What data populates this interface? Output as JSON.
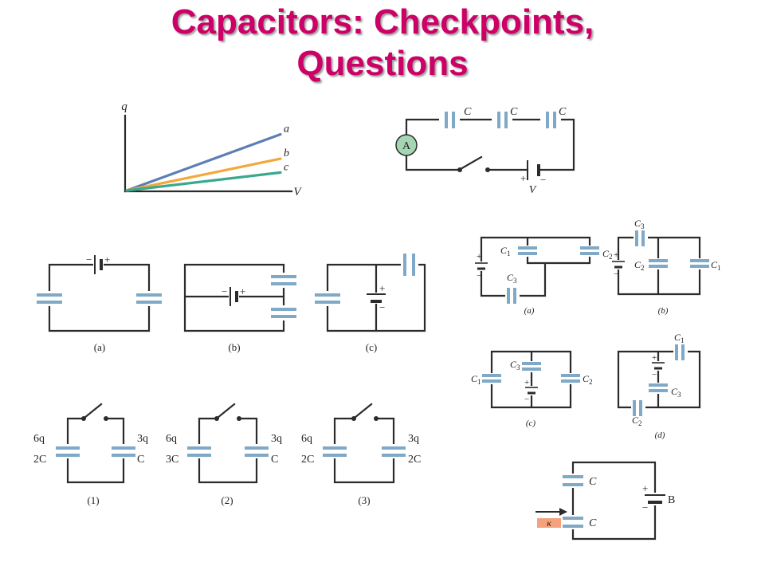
{
  "title": {
    "line1": "Capacitors: Checkpoints,",
    "line2": "Questions"
  },
  "chart_data": {
    "type": "line",
    "xlabel": "V",
    "ylabel": "q",
    "grid": false,
    "series": [
      {
        "name": "a",
        "x": [
          0,
          1
        ],
        "y": [
          0,
          0.53
        ],
        "color": "#5b7fb4"
      },
      {
        "name": "b",
        "x": [
          0,
          1
        ],
        "y": [
          0,
          0.3
        ],
        "color": "#f2a93b"
      },
      {
        "name": "c",
        "x": [
          0,
          1
        ],
        "y": [
          0,
          0.17
        ],
        "color": "#3aa88d"
      }
    ]
  },
  "ammeter_circuit": {
    "caps": [
      "C",
      "C",
      "C"
    ],
    "meter": "A",
    "battery": "V",
    "plus": "+",
    "minus": "−",
    "meter_color": "#a5d6b4"
  },
  "checkpoint_circuits": {
    "labels": [
      "(a)",
      "(b)",
      "(c)"
    ],
    "plus": "+",
    "minus": "−"
  },
  "charge_circuits": {
    "labels": [
      "(1)",
      "(2)",
      "(3)"
    ],
    "left_charge": [
      "6q",
      "6q",
      "6q"
    ],
    "right_charge": [
      "3q",
      "3q",
      "3q"
    ],
    "left_cap": [
      "2C",
      "3C",
      "2C"
    ],
    "right_cap": [
      "C",
      "C",
      "2C"
    ]
  },
  "question_circuits": {
    "labels": [
      "(a)",
      "(b)",
      "(c)",
      "(d)"
    ],
    "a": {
      "c1": "C1",
      "c2": "C2",
      "c3": "C3"
    },
    "b": {
      "c1": "C1",
      "c2": "C2",
      "c3": "C3"
    },
    "c": {
      "c1": "C1",
      "c2": "C2",
      "c3": "C3"
    },
    "d": {
      "c1": "C1",
      "c2": "C2",
      "c3": "C3"
    },
    "plus": "+",
    "minus": "−"
  },
  "dielectric_circuit": {
    "cap_top": "C",
    "cap_bottom": "C",
    "battery": "B",
    "kappa": "κ",
    "plus": "+",
    "minus": "−",
    "kappa_color": "#f4a27c"
  },
  "colors": {
    "title": "#cc0066",
    "capacitor": "#7fa9c6"
  }
}
